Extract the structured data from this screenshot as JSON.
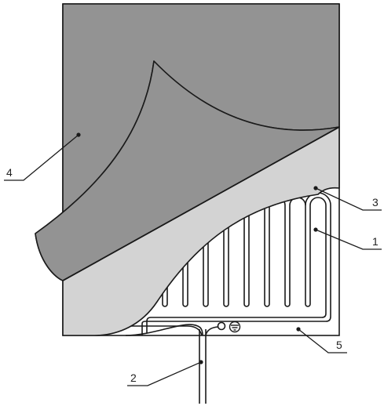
{
  "diagram": {
    "callouts": [
      {
        "id": "1",
        "label": "1"
      },
      {
        "id": "2",
        "label": "2"
      },
      {
        "id": "3",
        "label": "3"
      },
      {
        "id": "4",
        "label": "4"
      },
      {
        "id": "5",
        "label": "5"
      }
    ]
  },
  "colors": {
    "outline": "#1a1a1a",
    "heater_base": "#ffffff",
    "layer_light": "#d3d3d3",
    "cover_dark": "#939393"
  },
  "icons": {
    "ground": "earth-ground-symbol"
  }
}
